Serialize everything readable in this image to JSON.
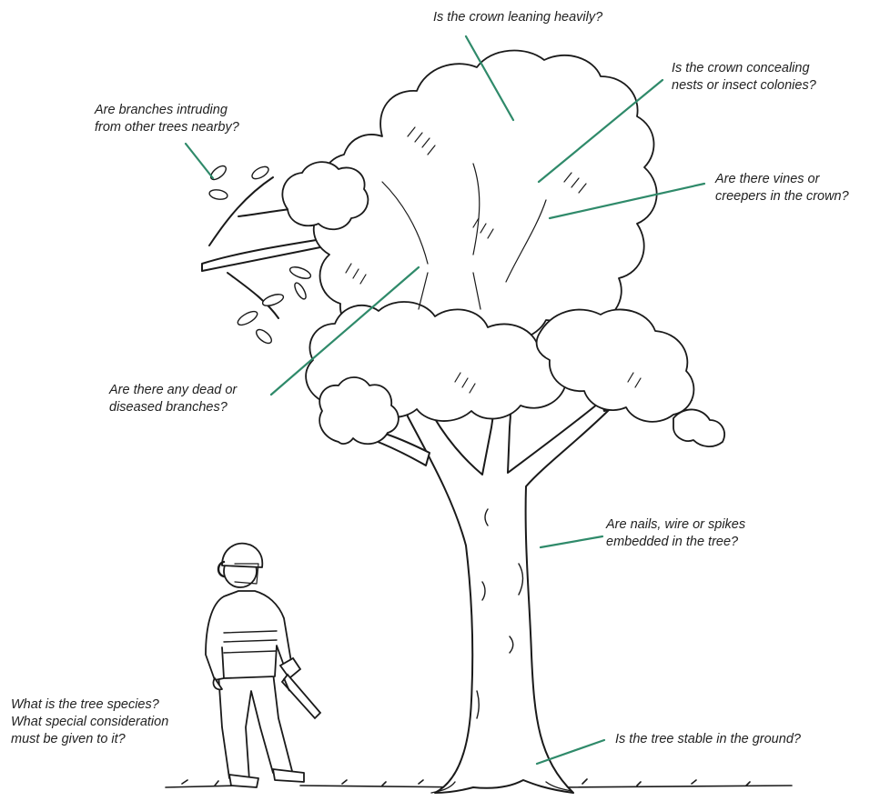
{
  "colors": {
    "leader": "#2f8a6a",
    "ink": "#1a1a1a",
    "text": "#222222",
    "background": "#ffffff"
  },
  "labels": {
    "crown_leaning": [
      "Is the crown leaning heavily?"
    ],
    "crown_nests": [
      "Is the crown concealing",
      "nests or insect colonies?"
    ],
    "branches_intruding": [
      "Are branches intruding",
      "from other trees nearby?"
    ],
    "vines": [
      "Are there vines or",
      "creepers in the crown?"
    ],
    "dead_branches": [
      "Are there any dead or",
      "diseased branches?"
    ],
    "nails": [
      "Are nails, wire or spikes",
      "embedded in the tree?"
    ],
    "species": [
      "What is the tree species?",
      "What special consideration",
      "must be given to it?"
    ],
    "stable": [
      "Is the tree stable in the ground?"
    ]
  },
  "figures": {
    "tree": "tree-illustration",
    "worker": "chainsaw-operator-illustration",
    "chainsaw": "chainsaw-icon"
  }
}
